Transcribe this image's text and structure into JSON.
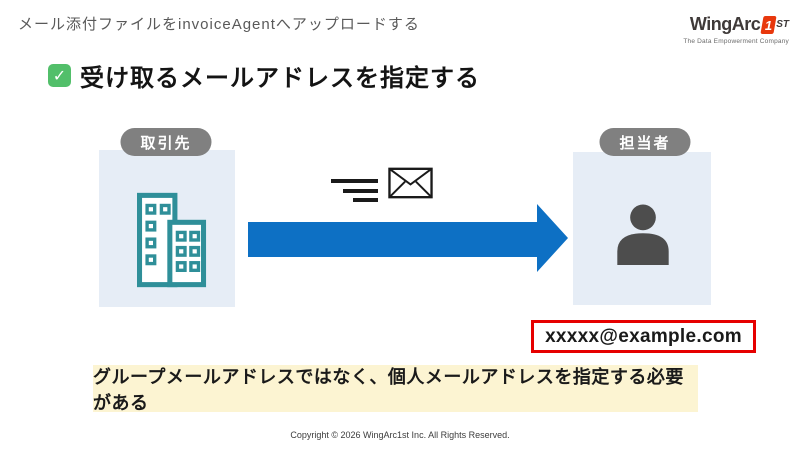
{
  "header": {
    "title": "メール添付ファイルをinvoiceAgentへアップロードする"
  },
  "logo": {
    "brand": "WingArc",
    "badge_number": "1",
    "suffix": "ST",
    "tagline": "The Data Empowerment Company"
  },
  "section": {
    "check_glyph": "✓",
    "title": "受け取るメールアドレスを指定する"
  },
  "diagram": {
    "sender_label": "取引先",
    "receiver_label": "担当者",
    "email_address": "xxxxx@example.com"
  },
  "note": {
    "text": "グループメールアドレスではなく、個人メールアドレスを指定する必要がある"
  },
  "footer": {
    "copyright": "Copyright © 2026 WingArc1st Inc.  All Rights Reserved."
  },
  "colors": {
    "accent_red": "#e8380d",
    "arrow_blue": "#0d70c4",
    "badge_gray": "#808080",
    "panel_blue": "#e6edf6",
    "building_teal": "#2f8f99",
    "person_gray": "#4d4d4d",
    "note_yellow": "#fcf4d2",
    "email_border_red": "#e60000",
    "check_green": "#52bf6a"
  }
}
